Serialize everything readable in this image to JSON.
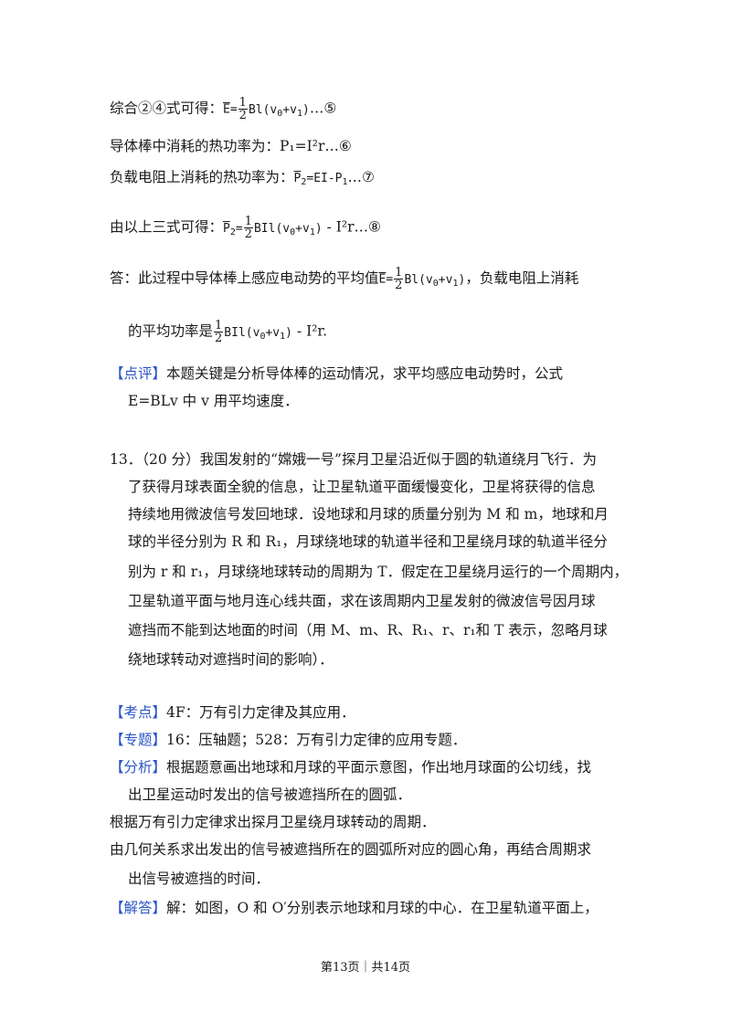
{
  "lines": {
    "l1_prefix": "综合②④式可得：",
    "l1_suffix": "…⑤",
    "l2": "导体棒中消耗的热功率为：P₁=I²r…⑥",
    "l3_prefix": "负载电阻上消耗的热功率为：",
    "l3_suffix": "…⑦",
    "l4_prefix": "由以上三式可得：",
    "l4_suffix": "- I²r…⑧",
    "ans_prefix": "答：此过程中导体棒上感应电动势的平均值",
    "ans_suffix": "，负载电阻上消耗",
    "ans2_prefix": "的平均功率是",
    "ans2_suffix": "- I²r."
  },
  "formula": {
    "frac_num": "1",
    "frac_den": "2",
    "E_bar": "E",
    "eq": "=",
    "Bl_v": "Bl(v",
    "Bil_v": "BIl(v",
    "sub0": "0",
    "plus_v": "+v",
    "sub1": "1",
    "close": ")",
    "P2": "P",
    "sub2": "2",
    "EI_P": "=EI-P",
    "P_sub1": "1"
  },
  "review": {
    "tag": "【点评】",
    "text1": "本题关键是分析导体棒的运动情况，求平均感应电动势时，公式",
    "text2": "E=BLv 中 v 用平均速度．"
  },
  "q13": {
    "l1": "13．（20 分）我国发射的“嫦娥一号”探月卫星沿近似于圆的轨道绕月飞行．为",
    "l2": "了获得月球表面全貌的信息，让卫星轨道平面缓慢变化，卫星将获得的信息",
    "l3": "持续地用微波信号发回地球．设地球和月球的质量分别为 M 和 m，地球和月",
    "l4": "球的半径分别为 R 和 R₁，月球绕地球的轨道半径和卫星绕月球的轨道半径分",
    "l5": "别为 r 和 r₁，月球绕地球转动的周期为 T．假定在卫星绕月运行的一个周期内，",
    "l6": "卫星轨道平面与地月连心线共面，求在该周期内卫星发射的微波信号因月球",
    "l7": "遮挡而不能到达地面的时间（用 M、m、R、R₁、r、r₁和 T 表示，忽略月球",
    "l8": "绕地球转动对遮挡时间的影响）．"
  },
  "kaodian": {
    "tag": "【考点】",
    "text": "4F：万有引力定律及其应用．"
  },
  "zhuanti": {
    "tag": "【专题】",
    "text": "16：压轴题；528：万有引力定律的应用专题．"
  },
  "fenxi": {
    "tag": "【分析】",
    "text1": "根据题意画出地球和月球的平面示意图，作出地月球面的公切线，找",
    "text2": "出卫星运动时发出的信号被遮挡所在的圆弧．",
    "text3": "根据万有引力定律求出探月卫星绕月球转动的周期．",
    "text4": "由几何关系求出发出的信号被遮挡所在的圆弧所对应的圆心角，再结合周期求",
    "text5": "出信号被遮挡的时间．"
  },
  "jieda": {
    "tag": "【解答】",
    "text": "解：如图，O 和 O′分别表示地球和月球的中心．在卫星轨道平面上，"
  },
  "footer": "第13页｜共14页",
  "colors": {
    "tag": "#2a55c6",
    "text": "#1a1a1a"
  }
}
